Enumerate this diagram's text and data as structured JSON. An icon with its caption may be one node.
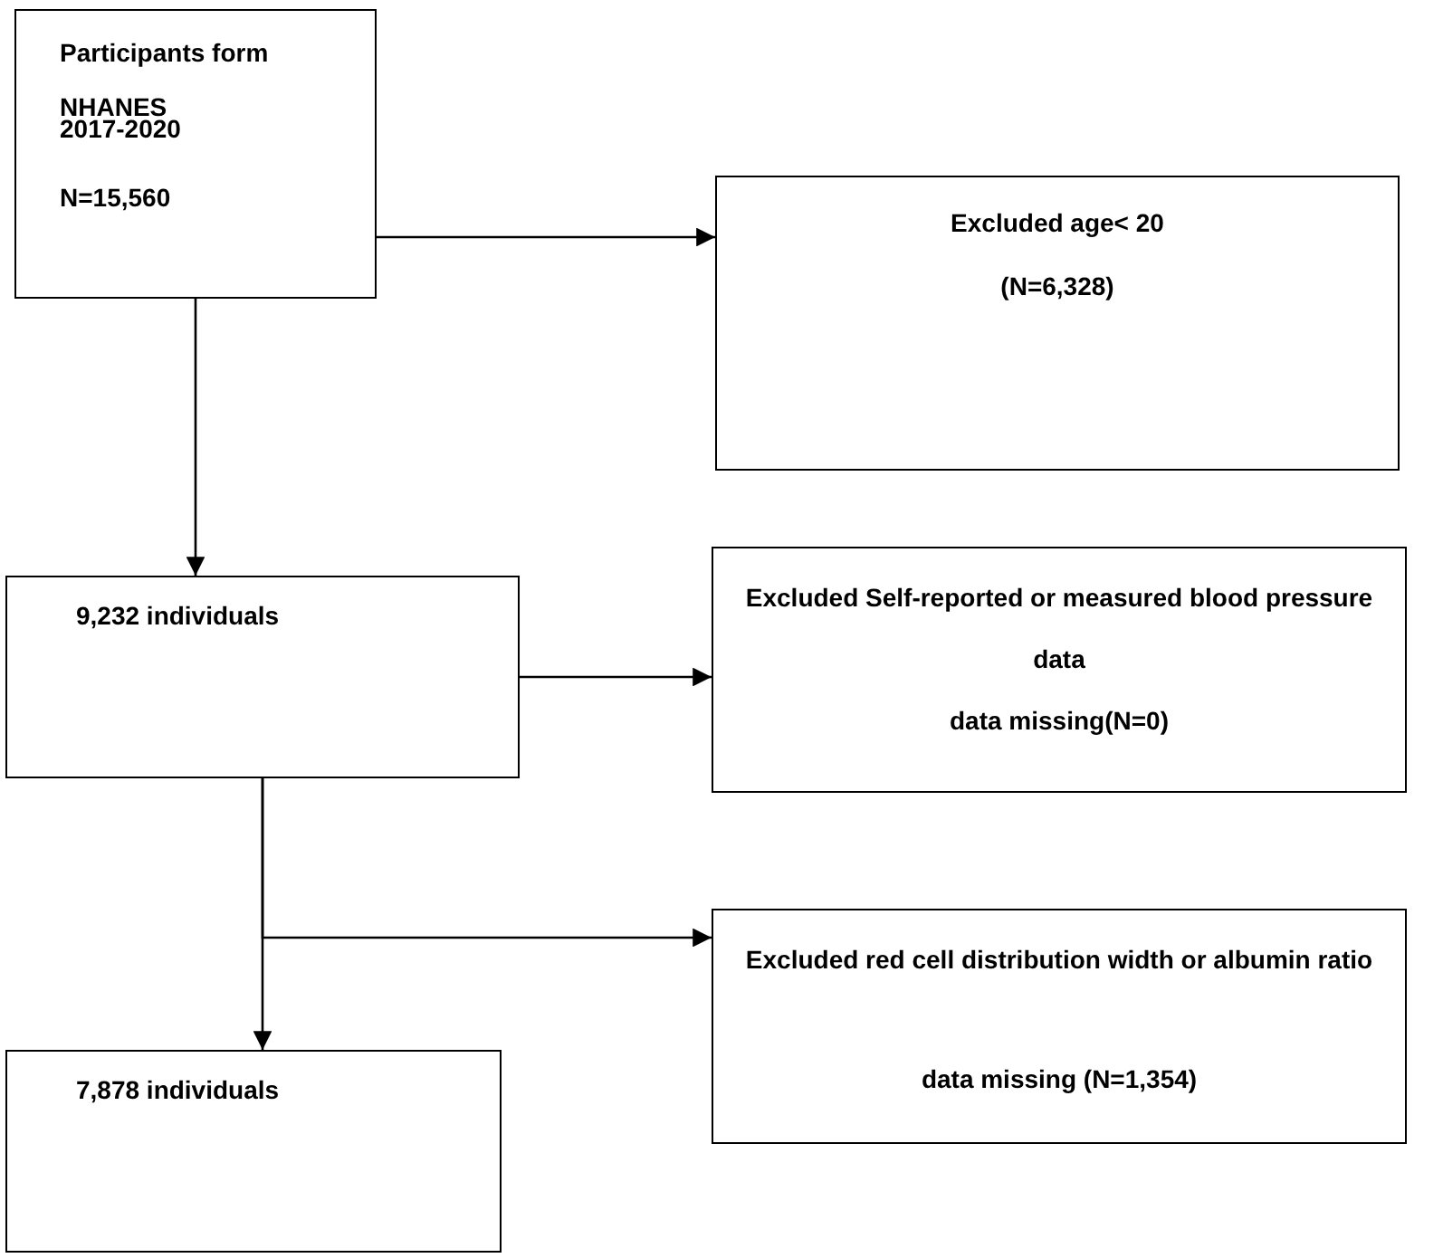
{
  "diagram": {
    "nodes": [
      {
        "text": [
          "Participants form NHANES",
          "2017-2020",
          "N=15,560"
        ]
      },
      {
        "text": [
          "Excluded age< 20",
          "(N=6,328)"
        ]
      },
      {
        "text": [
          "9,232 individuals"
        ]
      },
      {
        "text": [
          "Excluded    Self-reported or measured blood pressure data",
          "data missing(N=0)"
        ]
      },
      {
        "text": [
          "Excluded red cell distribution width or albumin ratio",
          "data missing (N=1,354)"
        ]
      },
      {
        "text": [
          "7,878 individuals"
        ]
      }
    ],
    "edges": [
      {
        "from": 0,
        "to": 2,
        "arrow": "to"
      },
      {
        "from": 0,
        "to": 1,
        "arrow": "to"
      },
      {
        "from": 2,
        "to": 3,
        "arrow": "to"
      },
      {
        "from": 2,
        "to": 5,
        "arrow": "to"
      },
      {
        "from": 2,
        "to": 4,
        "arrow": "to"
      }
    ]
  }
}
